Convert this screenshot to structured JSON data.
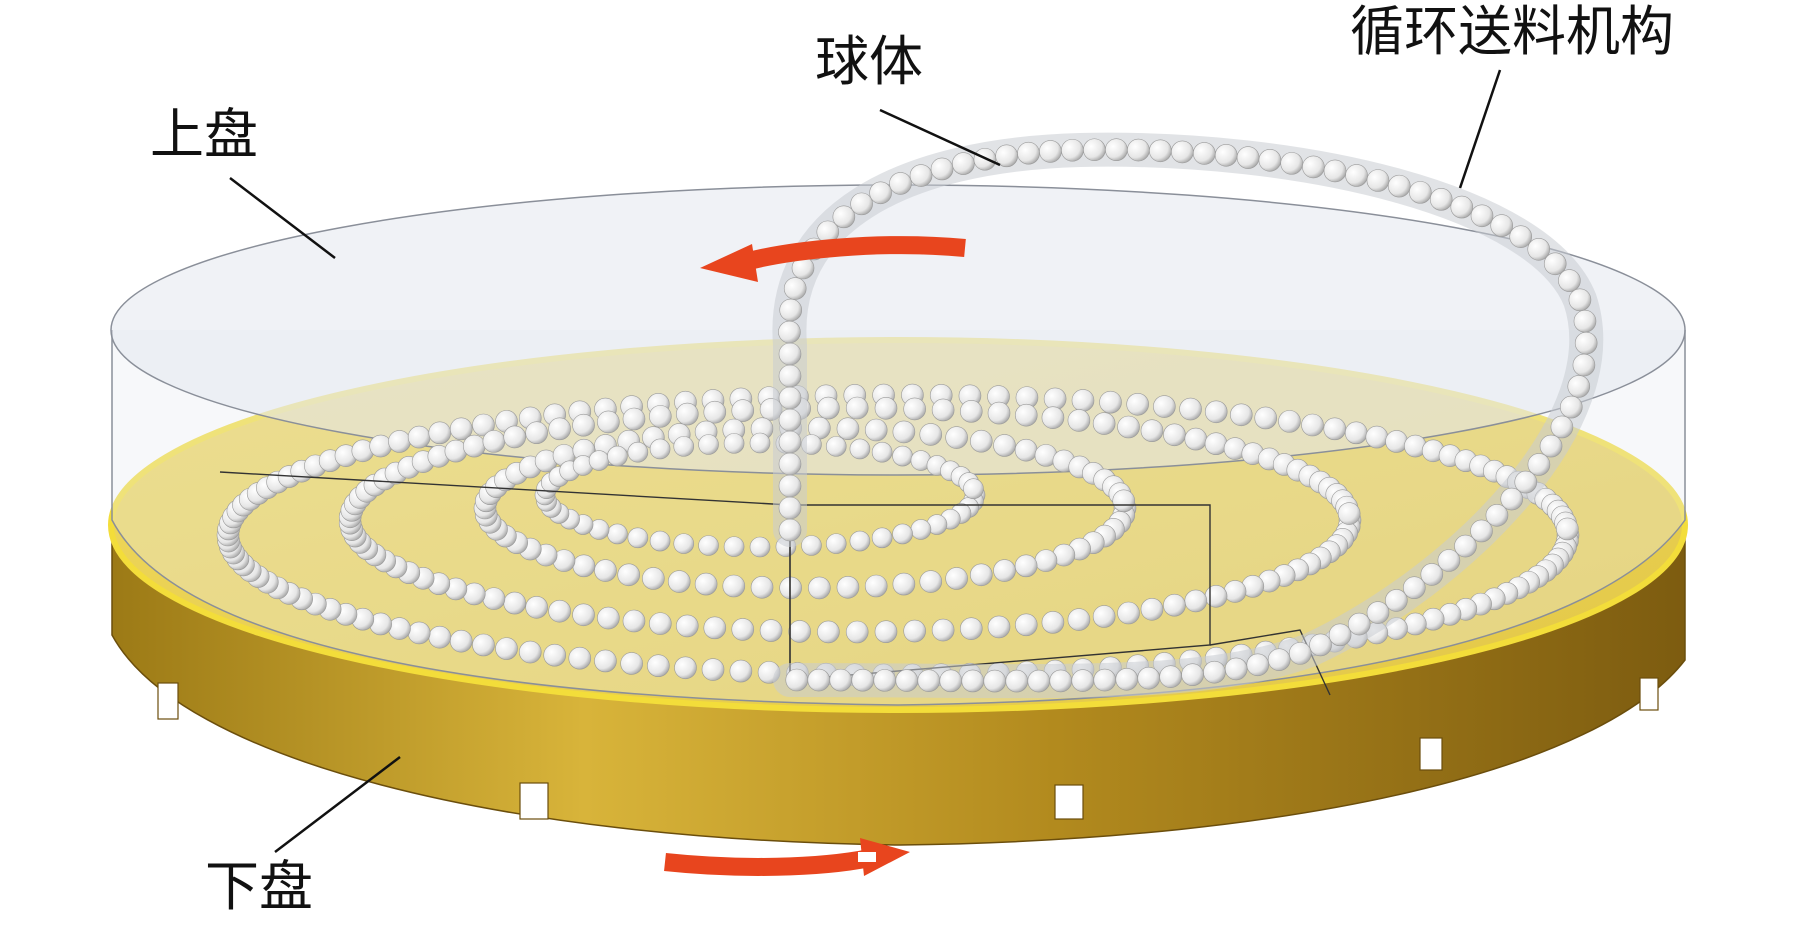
{
  "labels": {
    "upper_disc": "上盘",
    "ball": "球体",
    "feed_mechanism": "循环送料机构",
    "lower_disc": "下盘"
  },
  "colors": {
    "lower_disc_side": "#b8901e",
    "lower_disc_side_dark": "#8a6a14",
    "lower_disc_top": "#e8cf4e",
    "lower_disc_rim": "#f3dd3a",
    "upper_disc": "#dfe3ea",
    "ball": "#f4f4f4",
    "tube": "#c9ccd2",
    "arrow": "#e8451e",
    "leader": "#111111"
  }
}
